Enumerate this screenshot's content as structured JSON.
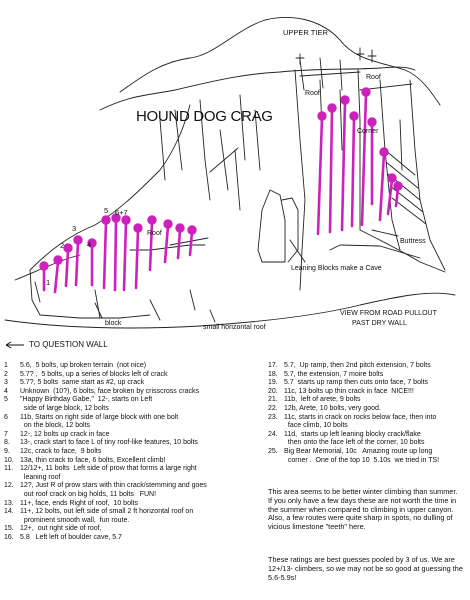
{
  "title": "HOUND DOG CRAG",
  "labels": {
    "upper_tier": "UPPER TIER",
    "roof_right": "Roof",
    "roof_mid": "Roof",
    "roof_left": "Roof",
    "corner": "Corner",
    "buttress": "Buttress",
    "leaning_blocks": "Leaning Blocks make a Cave",
    "view_line1": "VIEW FROM ROAD PULLOUT",
    "view_line2": "PAST DRY WALL",
    "block": "block",
    "small_roof": "small horizontal roof",
    "to_question_wall": "TO QUESTION WALL"
  },
  "route_numbers": [
    "1",
    "2",
    "3",
    "4",
    "5",
    "6+7"
  ],
  "routes_left": [
    {
      "n": "1",
      "t": "5.6,  5 bolts, up broken terrain  (not nice)"
    },
    {
      "n": "2",
      "t": "5.7? ,  5 bolts, up a series of blocks left of crack"
    },
    {
      "n": "3",
      "t": "5.7?, 5 bolts  same start as #2, up crack"
    },
    {
      "n": "4",
      "t": "Unknown  (10?), 6 bolts, face broken by crisscross cracks"
    },
    {
      "n": "5",
      "t": "\"Happy Birthday Gabe,\"  12-, starts on Left\n  side of large block, 12 bolts"
    },
    {
      "n": "6",
      "t": "11b, Starts on right side of large block with one bolt\n  on the block, 12 bolts"
    },
    {
      "n": "7",
      "t": "12-, 12 bolts up crack in face"
    },
    {
      "n": "8.",
      "t": "13-, crack start to face L of tiny roof-like features, 10 bolts"
    },
    {
      "n": "9.",
      "t": "12c, crack to face,  9 bolts"
    },
    {
      "n": "10.",
      "t": "13a, thin crack to face, 6 bolts, Excellent climb!"
    },
    {
      "n": "11.",
      "t": "12/12+, 11 bolts  Left side of prow that forms a large right\n  leaning roof"
    },
    {
      "n": "12.",
      "t": "12?, Just R of prow stars with thin crack/stemming and goes\n  out roof crack on big holds, 11 bolts   FUN!"
    },
    {
      "n": "13.",
      "t": "11+, face, ends Right of roof,  10 bolts"
    },
    {
      "n": "14.",
      "t": "11+, 12 bolts, out left side of small 2 ft horizontal roof on\n  prominent smooth wall,  fun route."
    },
    {
      "n": "15.",
      "t": "12+,  out right side of roof,"
    },
    {
      "n": "16.",
      "t": "5.8   Left left of boulder cave, 5.7"
    }
  ],
  "routes_right": [
    {
      "n": "17.",
      "t": "5.7,  Up ramp, then 2nd pitch extension, 7 bolts"
    },
    {
      "n": "18.",
      "t": "5.7, the extension, 7 moire bolts"
    },
    {
      "n": "19.",
      "t": "5.7  starts up ramp then cuts onto face, 7 bolts"
    },
    {
      "n": "20.",
      "t": "11c, 13 bolts up thin crack in face  NICE!!!"
    },
    {
      "n": "21.",
      "t": "11b,  left of arete, 9 bolts"
    },
    {
      "n": "22.",
      "t": "12b, Arete, 10 bolts, very good."
    },
    {
      "n": "23.",
      "t": "11c, starts in crack on rocks below face, then into\n  face climb, 10 bolts"
    },
    {
      "n": "24.",
      "t": "11d,  starts up left leaning blocky crack/flake\n  then onto the face left of the corner, 10 bolts"
    },
    {
      "n": "25.",
      "t": "Big Bear Memorial, 10c   Amazing route up long\n  corner .  One of the top 10  5.10s  we tried in TS!"
    }
  ],
  "notes": [
    "This area seems to be better winter climbing than summer.  If you only have a few days these are not worth the time in the summer when compared to climbing in upper  canyon.  Also, a few routes were quite sharp in spots, no dulling of vicious limestone \"teeth\" here.",
    "These ratings are best guesses pooled by 3 of us.  We are 12+/13- climbers, so we may not be so good at guessing the 5.6-5.9s!"
  ],
  "colors": {
    "route": "#cc22bb",
    "ink": "#111111"
  },
  "icons": [
    "left-arrow-icon"
  ]
}
